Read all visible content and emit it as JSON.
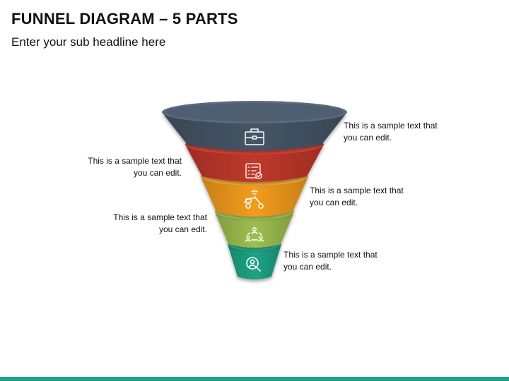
{
  "header": {
    "title": "FUNNEL DIAGRAM – 5 PARTS",
    "subtitle": "Enter your sub headline here"
  },
  "funnel": {
    "stages": [
      {
        "color": "#445466",
        "rim_color": "#5b6b7e",
        "icon": "briefcase-icon",
        "caption_line1": "This is a sample text that",
        "caption_line2": "you can edit.",
        "caption_side": "right"
      },
      {
        "color": "#c0392b",
        "rim_color": "#d6483a",
        "icon": "checklist-icon",
        "caption_line1": "This is a sample text that",
        "caption_line2": "you can edit.",
        "caption_side": "left"
      },
      {
        "color": "#f39c1f",
        "rim_color": "#f8b240",
        "icon": "delivery-scooter-icon",
        "caption_line1": "This is a sample text that",
        "caption_line2": "you can edit.",
        "caption_side": "right"
      },
      {
        "color": "#9cbf4f",
        "rim_color": "#b2d266",
        "icon": "team-network-icon",
        "caption_line1": "This is a sample text that",
        "caption_line2": "you can edit.",
        "caption_side": "left"
      },
      {
        "color": "#1fa384",
        "rim_color": "#35b898",
        "icon": "search-user-icon",
        "caption_line1": "This is a sample text that",
        "caption_line2": "you can edit.",
        "caption_side": "right"
      }
    ]
  },
  "footer": {
    "bar_color": "#1fa384"
  }
}
